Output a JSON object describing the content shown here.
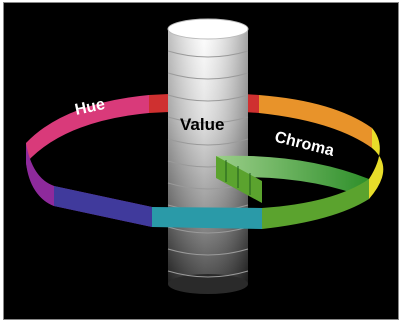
{
  "diagram": {
    "labels": {
      "hue": "Hue",
      "value": "Value",
      "chroma": "Chroma"
    },
    "colors": {
      "background": "#000000",
      "hue_ring_segments": [
        "#d93a7a",
        "#cf3030",
        "#e8932a",
        "#e8dd2a",
        "#5ba32e",
        "#2a9aa8",
        "#403a9c",
        "#8e2a9c"
      ],
      "value_cylinder_top": "#ffffff",
      "value_cylinder_bottom": "#2a2a2a",
      "chroma_wedge": "#3aa838",
      "label_color": "#ffffff"
    }
  }
}
